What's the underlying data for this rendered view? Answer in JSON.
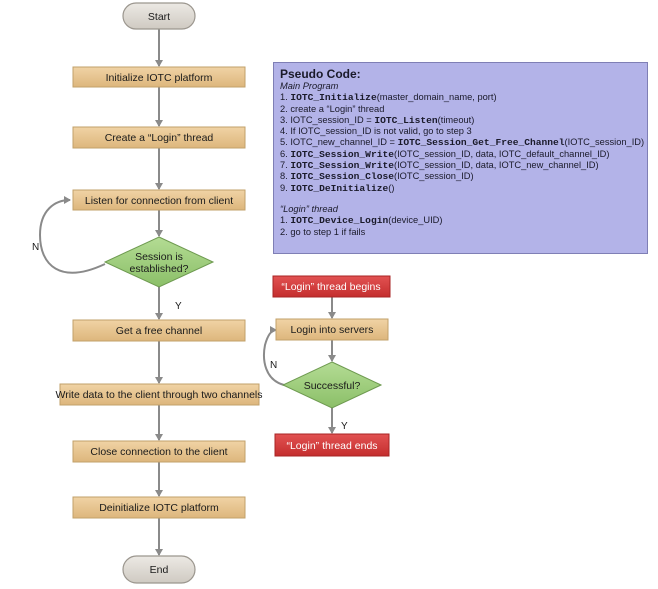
{
  "main_flow": {
    "start": "Start",
    "step_init": "Initialize IOTC platform",
    "step_login_thread": "Create a “Login” thread",
    "step_listen": "Listen for connection from client",
    "decision_session": [
      "Session is",
      "established?"
    ],
    "label_no": "N",
    "label_yes": "Y",
    "step_channel": "Get a free channel",
    "step_write": "Write data to the client through two channels",
    "step_close": "Close connection to the client",
    "step_deinit": "Deinitialize IOTC platform",
    "end": "End"
  },
  "login_flow": {
    "begin": "“Login” thread begins",
    "step_login": "Login into servers",
    "decision_success": "Successful?",
    "label_no": "N",
    "label_yes": "Y",
    "end": "“Login” thread ends"
  },
  "pseudo_code": {
    "title": "Pseudo Code:",
    "main_heading": "Main Program",
    "main_lines": [
      [
        {
          "t": "1. "
        },
        {
          "t": "IOTC_Initialize",
          "fn": true
        },
        {
          "t": "(master_domain_name, port)"
        }
      ],
      [
        {
          "t": "2. create a “Login” thread"
        }
      ],
      [
        {
          "t": "3. IOTC_session_ID = "
        },
        {
          "t": "IOTC_Listen",
          "fn": true
        },
        {
          "t": "(timeout)"
        }
      ],
      [
        {
          "t": "4. If IOTC_session_ID is not valid, go to step 3"
        }
      ],
      [
        {
          "t": "5. IOTC_new_channel_ID = "
        },
        {
          "t": "IOTC_Session_Get_Free_Channel",
          "fn": true
        },
        {
          "t": "(IOTC_session_ID)"
        }
      ],
      [
        {
          "t": "6. "
        },
        {
          "t": "IOTC_Session_Write",
          "fn": true
        },
        {
          "t": "(IOTC_session_ID, data, IOTC_default_channel_ID)"
        }
      ],
      [
        {
          "t": "7. "
        },
        {
          "t": "IOTC_Session_Write",
          "fn": true
        },
        {
          "t": "(IOTC_session_ID, data, IOTC_new_channel_ID)"
        }
      ],
      [
        {
          "t": "8. "
        },
        {
          "t": "IOTC_Session_Close",
          "fn": true
        },
        {
          "t": "(IOTC_session_ID)"
        }
      ],
      [
        {
          "t": "9. "
        },
        {
          "t": "IOTC_DeInitialize",
          "fn": true
        },
        {
          "t": "()"
        }
      ]
    ],
    "login_heading": "“Login” thread",
    "login_lines": [
      [
        {
          "t": "1. "
        },
        {
          "t": "IOTC_Device_Login",
          "fn": true
        },
        {
          "t": "(device_UID)"
        }
      ],
      [
        {
          "t": "2. go to step 1 if fails"
        }
      ]
    ]
  },
  "colors": {
    "process_fill": "#e8c48f",
    "process_stroke": "#c2a06a",
    "terminal_fill": "#dedad4",
    "decision_fill": "#9fcd7d",
    "red_fill": "#d63c3c",
    "arrow": "#8a8a8a",
    "pseudo_fill": "#b3b3e8"
  }
}
